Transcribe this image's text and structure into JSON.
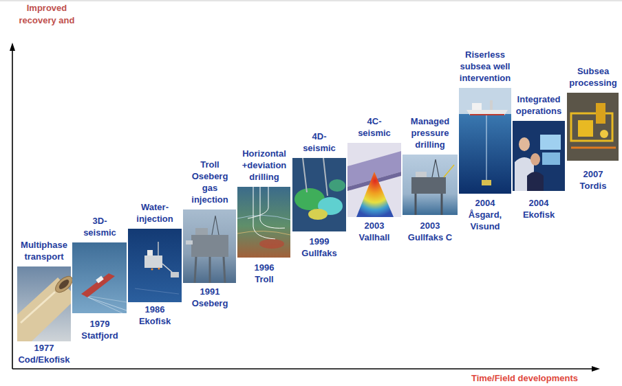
{
  "diagram": {
    "nodes": [
      {
        "text": [
          "Multiphase transport",
          "1977 Cod/Ekofisk"
        ]
      },
      {
        "text": [
          "3D-seismic",
          "1979 Statfjord"
        ]
      },
      {
        "text": [
          "Water-injection",
          "1986 Ekofisk"
        ]
      },
      {
        "text": [
          "Troll Oseberg gas injection",
          "1991 Oseberg"
        ]
      },
      {
        "text": [
          "Horizontal +deviation drilling",
          "1996 Troll"
        ]
      },
      {
        "text": [
          "4D-seismic",
          "1999 Gullfaks"
        ]
      },
      {
        "text": [
          "4C-seismic",
          "2003 Vallhall"
        ]
      },
      {
        "text": [
          "Managed pressure drilling",
          "2003 Gullfaks C"
        ]
      },
      {
        "text": [
          "Riserless subsea well intervention",
          "2004 Åsgard, Visund"
        ]
      },
      {
        "text": [
          "Integrated operations",
          "2004 Ekofisk"
        ]
      },
      {
        "text": [
          "Subsea processing",
          "2007 Tordis"
        ]
      }
    ],
    "labels": [
      "Improved recovery and",
      "Time/Field developments"
    ]
  }
}
